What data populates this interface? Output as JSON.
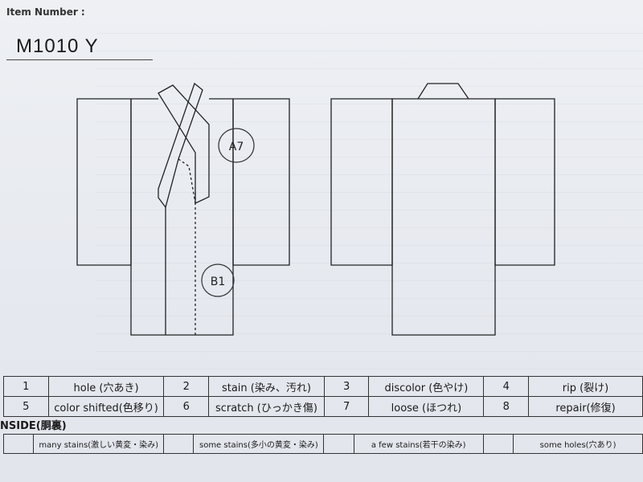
{
  "header": {
    "item_label": "Item Number :",
    "item_number": "M1010   Y"
  },
  "annotations": {
    "front_upper": "A7",
    "front_lower": "B1"
  },
  "legend": {
    "row1": [
      {
        "num": "1",
        "label": "hole (穴あき)"
      },
      {
        "num": "2",
        "label": "stain (染み、汚れ)"
      },
      {
        "num": "3",
        "label": "discolor (色やけ)"
      },
      {
        "num": "4",
        "label": "rip (裂け)"
      }
    ],
    "row2": [
      {
        "num": "5",
        "label": "color shifted(色移り)"
      },
      {
        "num": "6",
        "label": "scratch (ひっかき傷)"
      },
      {
        "num": "7",
        "label": "loose (ほつれ)"
      },
      {
        "num": "8",
        "label": "repair(修復)"
      }
    ]
  },
  "inside": {
    "title": "NSIDE(胴裏)",
    "grades": [
      "many stains(激しい黄変・染み)",
      "some stains(多小の黄変・染み)",
      "a few stains(若干の染み)",
      "some holes(穴あり)"
    ]
  }
}
